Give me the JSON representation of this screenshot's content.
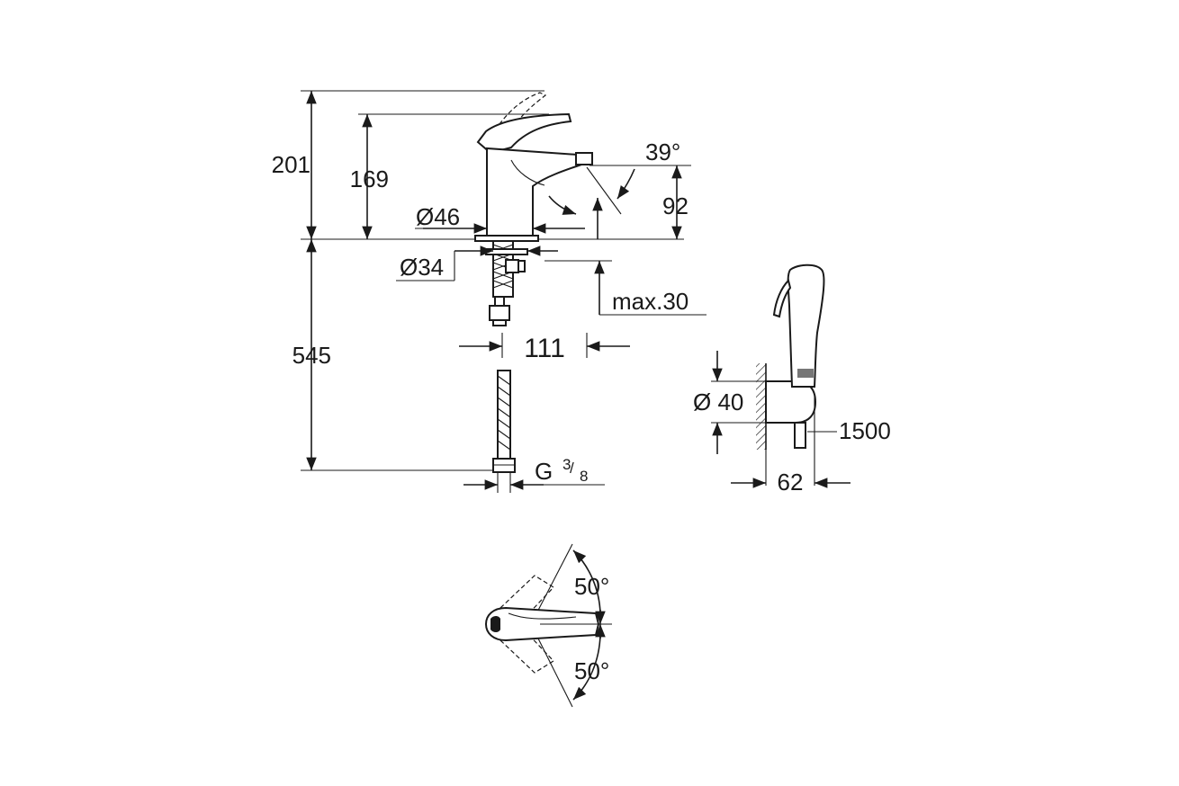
{
  "dimensions": {
    "total_height": "201",
    "lever_height": "169",
    "spout_angle": "39°",
    "spout_height": "92",
    "body_diameter": "Ø46",
    "hole_diameter": "Ø34",
    "max_thickness": "max.30",
    "reach": "111",
    "hose_length": "545",
    "connection_thread": "G",
    "thread_num": "3",
    "thread_den": "8",
    "holder_diameter": "Ø 40",
    "shower_hose": "1500",
    "holder_depth": "62",
    "rotation_left": "50°",
    "rotation_right": "50°"
  },
  "colors": {
    "line": "#1a1a1a",
    "background": "#ffffff"
  }
}
